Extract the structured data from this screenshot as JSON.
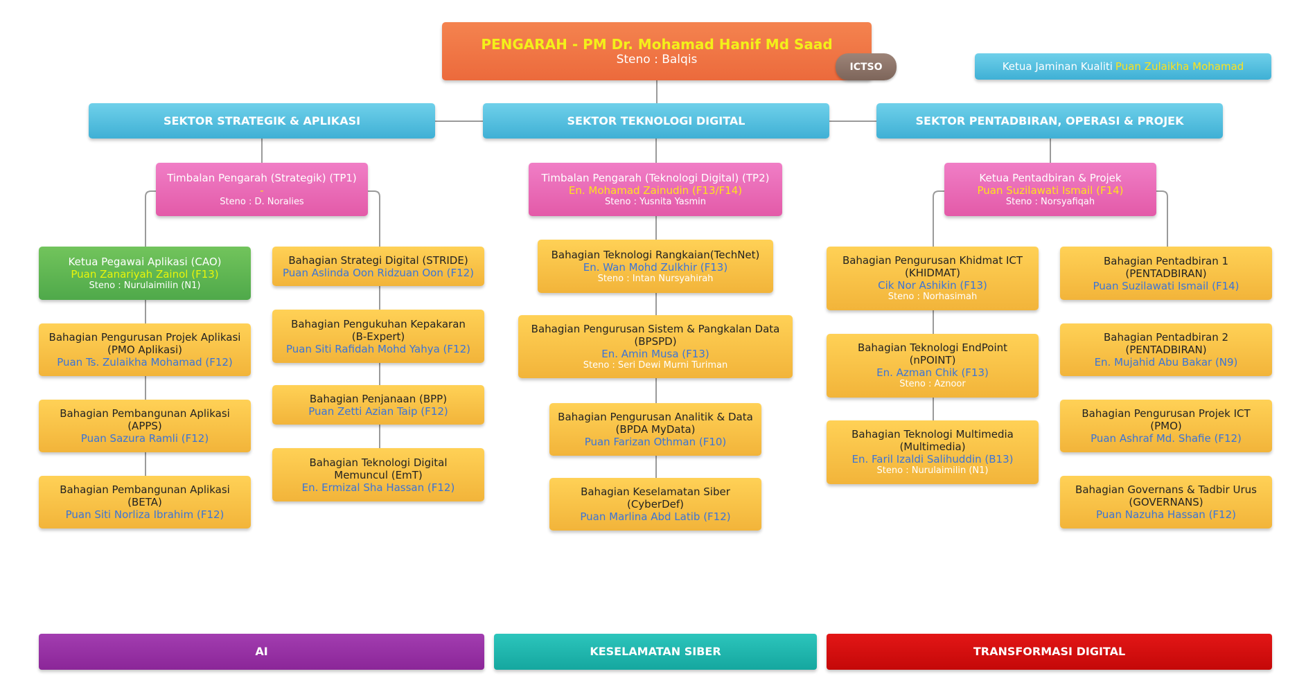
{
  "colors": {
    "connector": "#9a9a9a",
    "sector": "#45b5d9",
    "unit": "#f6bf45",
    "deputy": "#e866b4",
    "cao": "#5bb54f",
    "director": "#ee7244",
    "name_blue": "#3a74d8",
    "name_yellow": "#ffe21a",
    "banner_ai": "#9a2fa6",
    "banner_siber": "#1fb8b0",
    "banner_transformasi": "#d90c0c"
  },
  "director": {
    "title": "PENGARAH - PM Dr. Mohamad Hanif Md Saad",
    "steno": "Steno : Balqis"
  },
  "ictso": {
    "label": "ICTSO"
  },
  "quality_lead": {
    "title": "Ketua Jaminan Kualiti",
    "name": "Puan Zulaikha Mohamad"
  },
  "sectors": [
    "SEKTOR STRATEGIK & APLIKASI",
    "SEKTOR TEKNOLOGI DIGITAL",
    "SEKTOR PENTADBIRAN, OPERASI & PROJEK"
  ],
  "deputies": [
    {
      "title": "Timbalan Pengarah (Strategik) (TP1)",
      "name": "-",
      "steno": "Steno : D. Noralies"
    },
    {
      "title": "Timbalan Pengarah (Teknologi Digital) (TP2)",
      "name": "En. Mohamad Zainudin (F13/F14)",
      "steno": "Steno : Yusnita Yasmin"
    },
    {
      "title": "Ketua Pentadbiran & Projek",
      "name": "Puan Suzilawati Ismail (F14)",
      "steno": "Steno : Norsyafiqah"
    }
  ],
  "cao": {
    "title": "Ketua Pegawai Aplikasi (CAO)",
    "name": "Puan Zanariyah Zainol (F13)",
    "steno": "Steno : Nurulaimilin (N1)"
  },
  "col1_units": [
    {
      "title": [
        "Bahagian Pengurusan Projek Aplikasi",
        "(PMO Aplikasi)"
      ],
      "name": "Puan Ts. Zulaikha Mohamad (F12)"
    },
    {
      "title": [
        "Bahagian Pembangunan Aplikasi",
        "(APPS)"
      ],
      "name": "Puan Sazura Ramli (F12)"
    },
    {
      "title": [
        "Bahagian Pembangunan Aplikasi",
        "(BETA)"
      ],
      "name": "Puan Siti Norliza Ibrahim (F12)"
    }
  ],
  "col2_units": [
    {
      "title": [
        "Bahagian Strategi Digital (STRIDE)"
      ],
      "name": "Puan Aslinda Oon Ridzuan Oon (F12)"
    },
    {
      "title": [
        "Bahagian Pengukuhan Kepakaran",
        "(B-Expert)"
      ],
      "name": "Puan Siti Rafidah Mohd Yahya (F12)"
    },
    {
      "title": [
        "Bahagian Penjanaan (BPP)"
      ],
      "name": "Puan Zetti Azian Taip (F12)"
    },
    {
      "title": [
        "Bahagian Teknologi Digital",
        "Memuncul (EmT)"
      ],
      "name": "En. Ermizal Sha Hassan (F12)"
    }
  ],
  "col3_units": [
    {
      "title": [
        "Bahagian Teknologi Rangkaian(TechNet)"
      ],
      "name": "En. Wan Mohd Zulkhir (F13)",
      "steno": "Steno : Intan Nursyahirah"
    },
    {
      "title": [
        "Bahagian Pengurusan Sistem & Pangkalan Data",
        "(BPSPD)"
      ],
      "name": "En. Amin Musa (F13)",
      "steno": "Steno : Seri Dewi Murni Turiman"
    },
    {
      "title": [
        "Bahagian Pengurusan Analitik & Data",
        "(BPDA MyData)"
      ],
      "name": "Puan Farizan Othman (F10)"
    },
    {
      "title": [
        "Bahagian Keselamatan Siber",
        "(CyberDef)"
      ],
      "name": "Puan Marlina Abd Latib (F12)"
    }
  ],
  "col4_units": [
    {
      "title": [
        "Bahagian Pengurusan Khidmat ICT",
        "(KHIDMAT)"
      ],
      "name": "Cik Nor Ashikin (F13)",
      "steno": "Steno : Norhasimah"
    },
    {
      "title": [
        "Bahagian Teknologi EndPoint",
        "(nPOINT)"
      ],
      "name": "En. Azman Chik (F13)",
      "steno": "Steno : Aznoor"
    },
    {
      "title": [
        "Bahagian Teknologi Multimedia",
        "(Multimedia)"
      ],
      "name": "En. Faril Izaldi Salihuddin (B13)",
      "steno": "Steno : Nurulaimilin (N1)"
    }
  ],
  "col5_units": [
    {
      "title": [
        "Bahagian Pentadbiran 1",
        "(PENTADBIRAN)"
      ],
      "name": "Puan Suzilawati Ismail (F14)"
    },
    {
      "title": [
        "Bahagian Pentadbiran 2",
        "(PENTADBIRAN)"
      ],
      "name": "En. Mujahid Abu Bakar (N9)"
    },
    {
      "title": [
        "Bahagian Pengurusan Projek ICT",
        "(PMO)"
      ],
      "name": "Puan Ashraf Md. Shafie (F12)"
    },
    {
      "title": [
        "Bahagian Governans & Tadbir Urus",
        "(GOVERNANS)"
      ],
      "name": "Puan Nazuha Hassan (F12)"
    }
  ],
  "banners": [
    "AI",
    "KESELAMATAN SIBER",
    "TRANSFORMASI DIGITAL"
  ]
}
